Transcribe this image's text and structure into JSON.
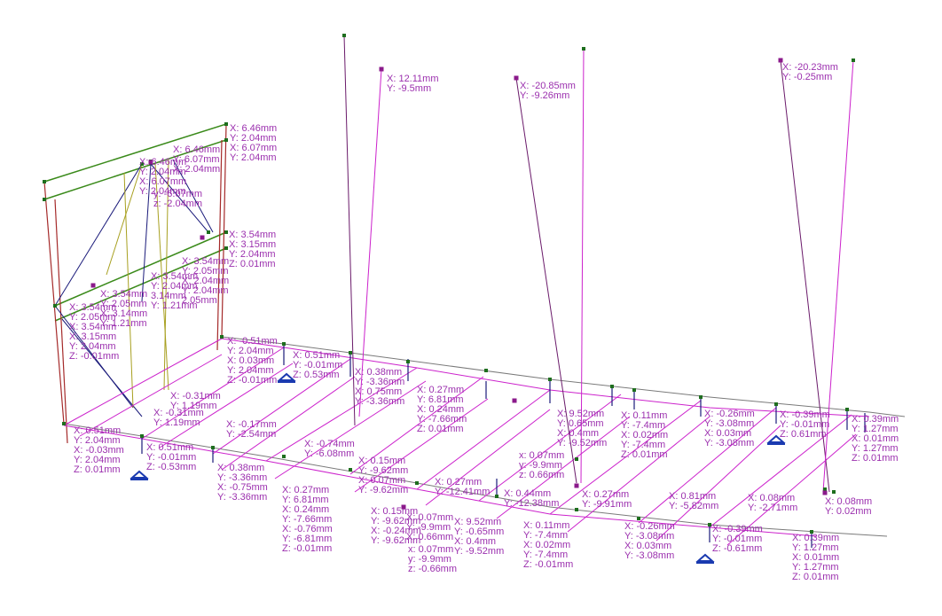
{
  "colors": {
    "label": "#9b2fae",
    "deflected": "#cc22cc",
    "original": "#7a7a7a",
    "column": "#a52a2a",
    "frame": "#3a8a1a",
    "bracing": "#1a1a7a",
    "yellow_member": "#a8a020",
    "node_green": "#1e6e1e",
    "node_magenta": "#8b1a8b",
    "support": "#1a3ab0"
  },
  "labels": [
    {
      "id": "lbl-1",
      "lines": [
        "X: 12.11mm",
        "Y: -9.5mm"
      ]
    },
    {
      "id": "lbl-2",
      "lines": [
        "X: -20.85mm",
        "Y: -9.26mm"
      ]
    },
    {
      "id": "lbl-3",
      "lines": [
        "X: -20.23mm",
        "Y: -0.25mm"
      ]
    },
    {
      "id": "lbl-4",
      "lines": [
        "X: 6.46mm",
        "Y: 2.04mm",
        "X: 6.07mm",
        "Y: 2.04mm"
      ]
    },
    {
      "id": "lbl-5",
      "lines": [
        "X: 6.46mm",
        "Y: 6.07mm",
        "X: 2.04mm"
      ]
    },
    {
      "id": "lbl-6",
      "lines": [
        "X: 6.46mm",
        "Y: 2.04mm",
        "X: 6.07mm",
        "Y: 2.04mm"
      ]
    },
    {
      "id": "lbl-7",
      "lines": [
        "y: -6.07mm",
        "z: -2.04mm"
      ]
    },
    {
      "id": "lbl-8",
      "lines": [
        "X: 3.54mm",
        "X: 3.15mm",
        "Y: 2.04mm",
        "Z: 0.01mm"
      ]
    },
    {
      "id": "lbl-9",
      "lines": [
        "X: 3.54mm",
        "Y: 2.05mm",
        "X: 2.04mm",
        "Y: 2.04mm",
        "2.05mm"
      ]
    },
    {
      "id": "lbl-10",
      "lines": [
        "X: 3.54mm",
        "Y: 2.04mm",
        "3.14mm",
        "Y: 1.21mm"
      ]
    },
    {
      "id": "lbl-11",
      "lines": [
        "X: 3.54mm",
        "Y: 2.05mm",
        "X: 3.14mm",
        "Y: 1.21mm"
      ]
    },
    {
      "id": "lbl-12",
      "lines": [
        "X: 3.54mm",
        "Y: 2.05mm",
        "X: 3.54mm",
        "X: 3.15mm",
        "Y: 2.04mm",
        "Z: -0.01mm"
      ]
    },
    {
      "id": "lbl-13",
      "lines": [
        "X: -0.51mm",
        "Y: 2.04mm",
        "X: 0.03mm",
        "Y: 2.04mm",
        "Z: -0.01mm"
      ]
    },
    {
      "id": "lbl-14",
      "lines": [
        "X: 0.51mm",
        "Y: -0.01mm",
        "Z: 0.53mm"
      ]
    },
    {
      "id": "lbl-15",
      "lines": [
        "X: -0.31mm",
        "Y: 1.19mm"
      ]
    },
    {
      "id": "lbl-16",
      "lines": [
        "X: -0.31mm",
        "Y: 1.19mm"
      ]
    },
    {
      "id": "lbl-17",
      "lines": [
        "X: -0.17mm",
        "Y: -2.54mm"
      ]
    },
    {
      "id": "lbl-18",
      "lines": [
        "X: 0.51mm",
        "Y: 2.04mm",
        "X: -0.03mm",
        "Y: 2.04mm",
        "Z: 0.01mm"
      ]
    },
    {
      "id": "lbl-19",
      "lines": [
        "X: 0.51mm",
        "Y: -0.01mm",
        "Z: -0.53mm"
      ]
    },
    {
      "id": "lbl-20",
      "lines": [
        "X: 0.38mm",
        "Y: -3.36mm",
        "X: 0.75mm",
        "Y: -3.36mm"
      ]
    },
    {
      "id": "lbl-21",
      "lines": [
        "X: 0.27mm",
        "Y: 6.81mm",
        "X: 0.24mm",
        "Y: -7.66mm",
        "Z: 0.01mm"
      ]
    },
    {
      "id": "lbl-22",
      "lines": [
        "X: -0.74mm",
        "Y: -6.08mm"
      ]
    },
    {
      "id": "lbl-23",
      "lines": [
        "X: 0.38mm",
        "Y: -3.36mm",
        "X: -0.75mm",
        "Y: -3.36mm"
      ]
    },
    {
      "id": "lbl-24",
      "lines": [
        "X: 0.27mm",
        "Y: 6.81mm",
        "X: 0.24mm",
        "Y: -7.66mm",
        "X: -0.76mm",
        "Y: -6.81mm",
        "Z: -0.01mm"
      ]
    },
    {
      "id": "lbl-25",
      "lines": [
        "X: 0.15mm",
        "Y: -9.62mm",
        "X: 0.07mm",
        "Y: -9.62mm"
      ]
    },
    {
      "id": "lbl-26",
      "lines": [
        "x: 0.07mm",
        "y: -9.9mm",
        "z: 0.66mm"
      ]
    },
    {
      "id": "lbl-27",
      "lines": [
        "X: 0.27mm",
        "Y: -12.41mm"
      ]
    },
    {
      "id": "lbl-28",
      "lines": [
        "X: 0.15mm",
        "Y: -9.62mm",
        "X: -0.24mm",
        "Y: -9.62mm"
      ]
    },
    {
      "id": "lbl-29",
      "lines": [
        "X: 0.07mm",
        "Y: -9.9mm",
        "X: 0.66mm"
      ]
    },
    {
      "id": "lbl-30",
      "lines": [
        "X: 9.52mm",
        "Y: -0.65mm",
        "X: 0.4mm",
        "Y: -9.52mm"
      ]
    },
    {
      "id": "lbl-31",
      "lines": [
        "x: 0.07mm",
        "y: -9.9mm",
        "z: -0.66mm"
      ]
    },
    {
      "id": "lbl-32",
      "lines": [
        "X: 0.44mm",
        "Y: -12.38mm"
      ]
    },
    {
      "id": "lbl-33",
      "lines": [
        "X: 9.52mm",
        "Y: 0.65mm",
        "X: 0.4mm",
        "Y: -9.52mm"
      ]
    },
    {
      "id": "lbl-34",
      "lines": [
        "X: 0.11mm",
        "Y: -7.4mm",
        "X: 0.02mm",
        "Y: -7.4mm",
        "Z: 0.01mm"
      ]
    },
    {
      "id": "lbl-35",
      "lines": [
        "X: 0.11mm",
        "Y: -7.4mm",
        "X: 0.02mm",
        "Y: -7.4mm",
        "Z: -0.01mm"
      ]
    },
    {
      "id": "lbl-36",
      "lines": [
        "X: 0.27mm",
        "Y: -9.91mm"
      ]
    },
    {
      "id": "lbl-37",
      "lines": [
        "X: -0.26mm",
        "Y: -3.08mm",
        "X: 0.03mm",
        "Y: -3.08mm"
      ]
    },
    {
      "id": "lbl-38",
      "lines": [
        "X: -0.26mm",
        "Y: -3.08mm",
        "X: 0.03mm",
        "Y: -3.08mm"
      ]
    },
    {
      "id": "lbl-39",
      "lines": [
        "X: 0.81mm",
        "Y: -5.82mm"
      ]
    },
    {
      "id": "lbl-40",
      "lines": [
        "X: 0.08mm",
        "Y: -2.71mm"
      ]
    },
    {
      "id": "lbl-41",
      "lines": [
        "X: -0.39mm",
        "Y: -0.01mm",
        "Z: 0.61mm"
      ]
    },
    {
      "id": "lbl-42",
      "lines": [
        "X: -0.39mm",
        "Y: -0.01mm",
        "Z: -0.61mm"
      ]
    },
    {
      "id": "lbl-43",
      "lines": [
        "X: 0.39mm",
        "Y: 1.27mm",
        "X: 0.01mm",
        "Y: 1.27mm",
        "Z: 0.01mm"
      ]
    },
    {
      "id": "lbl-44",
      "lines": [
        "X: 0.08mm",
        "Y: 0.02mm"
      ]
    },
    {
      "id": "lbl-45",
      "lines": [
        "X: 0.39mm",
        "Y: 1.27mm",
        "X: 0.01mm",
        "Y: 1.27mm",
        "Z: 0.01mm"
      ]
    }
  ]
}
